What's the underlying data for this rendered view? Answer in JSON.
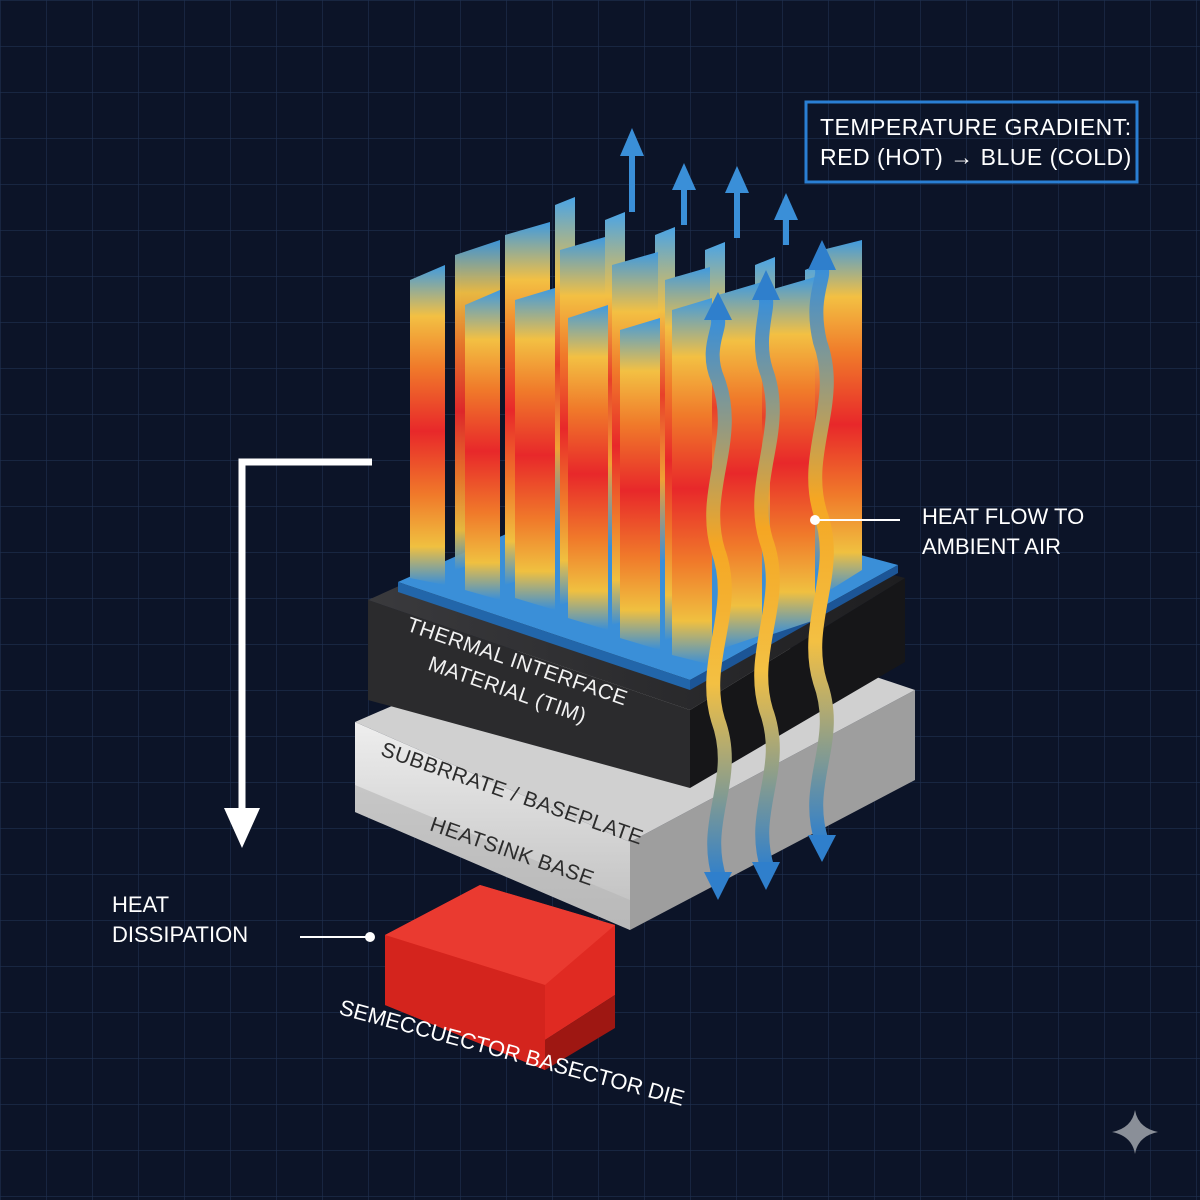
{
  "legend": {
    "line1": "TEMPERATURE GRADIENT:",
    "line2": "RED (HOT) → BLUE (COLD)",
    "border_color": "#2a7fd4"
  },
  "labels": {
    "heat_flow_line1": "HEAT FLOW TO",
    "heat_flow_line2": "AMBIENT AIR",
    "heat_dissipation_line1": "HEAT",
    "heat_dissipation_line2": "DISSIPATION",
    "tim_line1": "THERMAL INTERFACE",
    "tim_line2": "MATERIAL (TIM)",
    "substrate": "SUBBRRATE / BASEPLATE",
    "heatsink_base": "HEATSINK BASE",
    "die": "SEMECCUECTOR BASECTOR DIE"
  },
  "colors": {
    "background": "#0c1428",
    "grid": "#1f3050",
    "hot": "#e8282a",
    "warm": "#f5a623",
    "cold": "#3a8fd8",
    "die": "#e02a22",
    "tim": "#2b2b2d",
    "substrate": "#d9d9d9"
  },
  "icons": {
    "corner_mark": "sparkle-icon",
    "arrow_down": "arrow-down-icon",
    "arrow_up": "arrow-up-icon"
  }
}
